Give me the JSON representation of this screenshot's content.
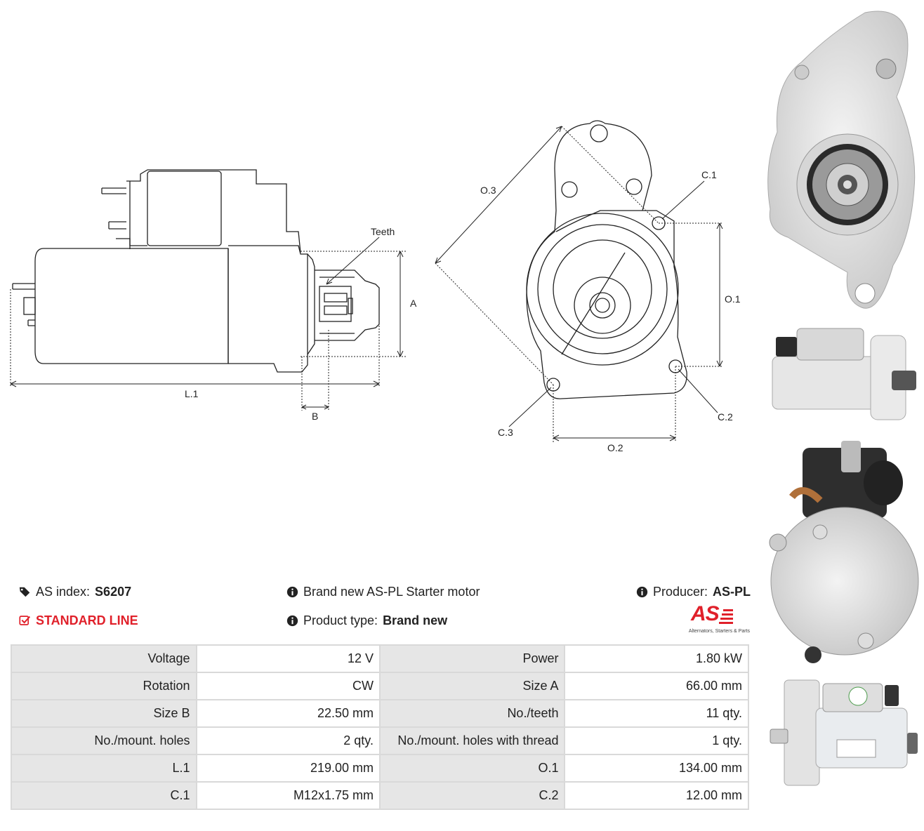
{
  "drawing": {
    "label_teeth": "Teeth",
    "label_A": "A",
    "label_L1": "L.1",
    "label_B": "B",
    "label_O3": "O.3",
    "label_C1": "C.1",
    "label_O1": "O.1",
    "label_C2": "C.2",
    "label_C3": "C.3",
    "label_O2": "O.2"
  },
  "info": {
    "as_index_label": "AS index:",
    "as_index_value": "S6207",
    "line_label": "STANDARD LINE",
    "description": "Brand new AS-PL Starter motor",
    "product_type_label": "Product type:",
    "product_type_value": "Brand new",
    "producer_label": "Producer:",
    "producer_value": "AS-PL",
    "logo_text": "AS",
    "logo_tagline": "Alternators, Starters & Parts"
  },
  "specs": [
    {
      "k1": "Voltage",
      "v1": "12 V",
      "k2": "Power",
      "v2": "1.80 kW"
    },
    {
      "k1": "Rotation",
      "v1": "CW",
      "k2": "Size A",
      "v2": "66.00 mm"
    },
    {
      "k1": "Size B",
      "v1": "22.50 mm",
      "k2": "No./teeth",
      "v2": "11 qty."
    },
    {
      "k1": "No./mount. holes",
      "v1": "2 qty.",
      "k2": "No./mount. holes with thread",
      "v2": "1 qty."
    },
    {
      "k1": "L.1",
      "v1": "219.00 mm",
      "k2": "O.1",
      "v2": "134.00 mm"
    },
    {
      "k1": "C.1",
      "v1": "M12x1.75 mm",
      "k2": "C.2",
      "v2": "12.00 mm"
    }
  ],
  "icons": [
    "tag-icon",
    "check-square-icon",
    "info-icon"
  ],
  "colors": {
    "accent": "#e0202a",
    "table_key_bg": "#e6e6e6",
    "table_border": "#d9d9d9"
  }
}
